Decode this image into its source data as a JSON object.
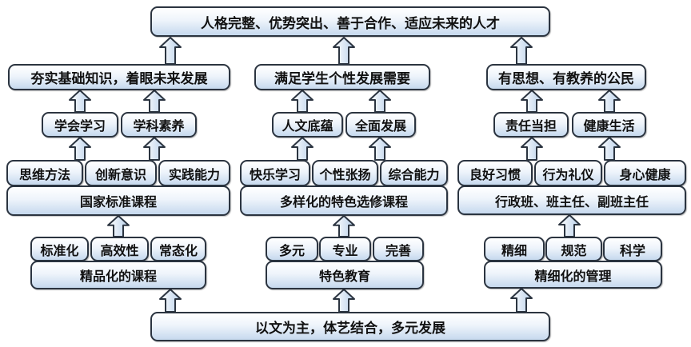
{
  "top": "人格完整、优势突出、善于合作、适应未来的人才",
  "bottom": "以文为主，体艺结合，多元发展",
  "columns": [
    {
      "goal": "夯实基础知识，着眼未来发展",
      "traits": [
        "学会学习",
        "学科素养"
      ],
      "abilities": [
        "思维方法",
        "创新意识",
        "实践能力"
      ],
      "program": "国家标准课程",
      "features": [
        "标准化",
        "高效性",
        "常态化"
      ],
      "base": "精品化的课程"
    },
    {
      "goal": "满足学生个性发展需要",
      "traits": [
        "人文底蕴",
        "全面发展"
      ],
      "abilities": [
        "快乐学习",
        "个性张扬",
        "综合能力"
      ],
      "program": "多样化的特色选修课程",
      "features": [
        "多元",
        "专业",
        "完善"
      ],
      "base": "特色教育"
    },
    {
      "goal": "有思想、有教养的公民",
      "traits": [
        "责任当担",
        "健康生活"
      ],
      "abilities": [
        "良好习惯",
        "行为礼仪",
        "身心健康"
      ],
      "program": "行政班、班主任、副班主任",
      "features": [
        "精细",
        "规范",
        "科学"
      ],
      "base": "精细化的管理"
    }
  ]
}
